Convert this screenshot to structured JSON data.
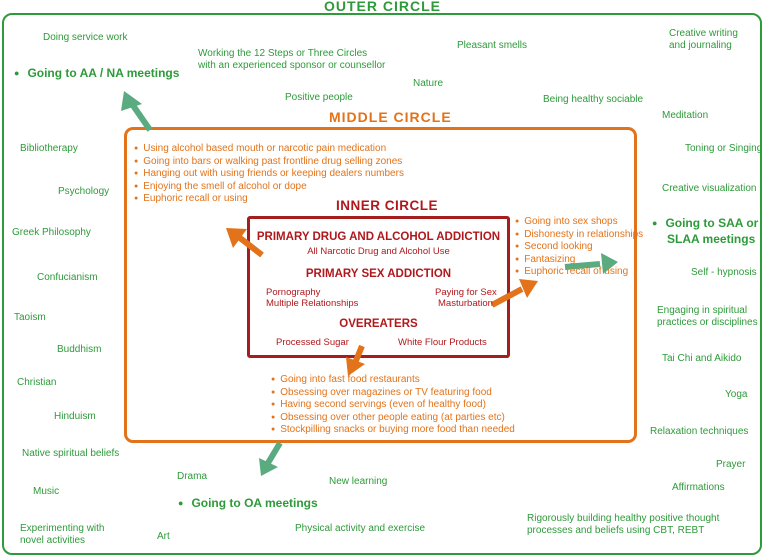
{
  "outer": {
    "title": "OUTER CIRCLE",
    "items": {
      "service": "Doing service work",
      "steps_l1": "Working the 12 Steps or Three Circles",
      "steps_l2": "with an experienced sponsor or counsellor",
      "smells": "Pleasant smells",
      "writing_l1": "Creative writing",
      "writing_l2": "and journaling",
      "nature": "Nature",
      "positive": "Positive people",
      "sociable": "Being healthy sociable",
      "meditation": "Meditation",
      "bibliotherapy": "Bibliotherapy",
      "toning": "Toning or Singing",
      "psychology": "Psychology",
      "visualization": "Creative visualization",
      "greek": "Greek Philosophy",
      "confucianism": "Confucianism",
      "hypnosis": "Self - hypnosis",
      "taoism": "Taoism",
      "spiritual_l1": "Engaging in spiritual",
      "spiritual_l2": "practices or disciplines",
      "buddhism": "Buddhism",
      "taichi": "Tai Chi and Aikido",
      "christian": "Christian",
      "yoga": "Yoga",
      "hinduism": "Hinduism",
      "relaxation": "Relaxation techniques",
      "native": "Native spiritual beliefs",
      "prayer": "Prayer",
      "drama": "Drama",
      "learning": "New learning",
      "affirmations": "Affirmations",
      "music": "Music",
      "experimenting_l1": "Experimenting with",
      "experimenting_l2": "novel activities",
      "art": "Art",
      "physical": "Physical activity and exercise",
      "cbt_l1": "Rigorously building healthy positive thought",
      "cbt_l2": "processes and beliefs using CBT, REBT"
    },
    "meetings": {
      "aa": "Going to AA / NA meetings",
      "saa_l1": "Going to SAA or",
      "saa_l2": "SLAA meetings",
      "oa": "Going to OA meetings"
    }
  },
  "middle": {
    "title": "MIDDLE CIRCLE",
    "drug_items": [
      "Using alcohol based mouth or narcotic pain medication",
      "Going into bars or walking past frontline drug selling zones",
      "Hanging out with using friends or keeping dealers numbers",
      "Enjoying the smell of alcohol or dope",
      "Euphoric recall or using"
    ],
    "sex_items": [
      "Going into sex shops",
      "Dishonesty in relationships",
      "Second looking",
      "Fantasizing",
      "Euphoric recall of using"
    ],
    "food_items": [
      "Going into fast food restaurants",
      "Obsessing over magazines or TV featuring food",
      "Having second servings (even of healthy food)",
      "Obsessing over other people eating (at parties etc)",
      "Stockpilling snacks or buying more food than needed"
    ]
  },
  "inner": {
    "title": "INNER CIRCLE",
    "drug_heading": "PRIMARY DRUG AND ALCOHOL ADDICTION",
    "drug_detail": "All Narcotic Drug and Alcohol Use",
    "sex_heading": "PRIMARY SEX ADDICTION",
    "sex_left_l1": "Pornography",
    "sex_left_l2": "Multiple Relationships",
    "sex_right_l1": "Paying for Sex",
    "sex_right_l2": "Masturbation",
    "food_heading": "OVEREATERS",
    "food_left": "Processed Sugar",
    "food_right": "White Flour Products"
  },
  "colors": {
    "outer": "#2e9a3a",
    "middle": "#e2731a",
    "inner": "#a51d1d"
  }
}
